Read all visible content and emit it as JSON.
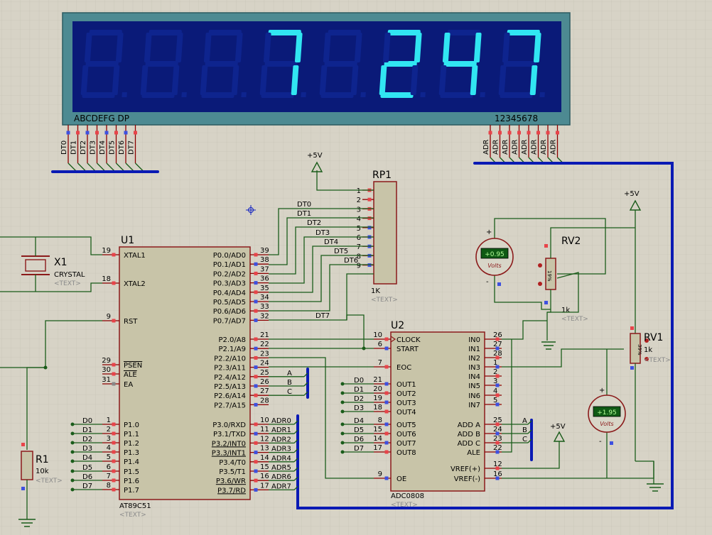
{
  "display": {
    "digits": [
      "",
      "",
      "",
      "7",
      "",
      "2",
      "4",
      "7"
    ],
    "segment_label": "ABCDEFG DP",
    "digit_label": "12345678",
    "seg_pins": [
      "DT0",
      "DT1",
      "DT2",
      "DT3",
      "DT4",
      "DT5",
      "DT6",
      "DT7"
    ],
    "adr_pins": [
      "ADR",
      "ADR",
      "ADR",
      "ADR",
      "ADR",
      "ADR",
      "ADR",
      "ADR"
    ],
    "colors": {
      "bezel": "#4d8a92",
      "face": "#0a1a78",
      "lit": "#31e6f2",
      "unlit": "#0e248e"
    }
  },
  "rp1": {
    "ref": "RP1",
    "value": "1K",
    "text": "<TEXT>",
    "supply": "+5V",
    "pins": [
      "1",
      "2",
      "3",
      "4",
      "5",
      "6",
      "7",
      "8",
      "9"
    ]
  },
  "u1": {
    "ref": "U1",
    "part": "AT89C51",
    "text": "<TEXT>",
    "left_pins": [
      {
        "num": "19",
        "name": "XTAL1"
      },
      {
        "num": "18",
        "name": "XTAL2"
      },
      {
        "num": "9",
        "name": "RST"
      },
      {
        "num": "29",
        "name": "PSEN"
      },
      {
        "num": "30",
        "name": "ALE"
      },
      {
        "num": "31",
        "name": "EA"
      },
      {
        "num": "1",
        "name": "P1.0"
      },
      {
        "num": "2",
        "name": "P1.1"
      },
      {
        "num": "3",
        "name": "P1.2"
      },
      {
        "num": "4",
        "name": "P1.3"
      },
      {
        "num": "5",
        "name": "P1.4"
      },
      {
        "num": "6",
        "name": "P1.5"
      },
      {
        "num": "7",
        "name": "P1.6"
      },
      {
        "num": "8",
        "name": "P1.7"
      }
    ],
    "right_pins": [
      {
        "num": "39",
        "name": "P0.0/AD0"
      },
      {
        "num": "38",
        "name": "P0.1/AD1"
      },
      {
        "num": "37",
        "name": "P0.2/AD2"
      },
      {
        "num": "36",
        "name": "P0.3/AD3"
      },
      {
        "num": "35",
        "name": "P0.4/AD4"
      },
      {
        "num": "34",
        "name": "P0.5/AD5"
      },
      {
        "num": "33",
        "name": "P0.6/AD6"
      },
      {
        "num": "32",
        "name": "P0.7/AD7"
      },
      {
        "num": "21",
        "name": "P2.0/A8"
      },
      {
        "num": "22",
        "name": "P2.1/A9"
      },
      {
        "num": "23",
        "name": "P2.2/A10"
      },
      {
        "num": "24",
        "name": "P2.3/A11"
      },
      {
        "num": "25",
        "name": "P2.4/A12"
      },
      {
        "num": "26",
        "name": "P2.5/A13"
      },
      {
        "num": "27",
        "name": "P2.6/A14"
      },
      {
        "num": "28",
        "name": "P2.7/A15"
      },
      {
        "num": "10",
        "name": "P3.0/RXD"
      },
      {
        "num": "11",
        "name": "P3.1/TXD"
      },
      {
        "num": "12",
        "name": "P3.2/INT0"
      },
      {
        "num": "13",
        "name": "P3.3/INT1"
      },
      {
        "num": "14",
        "name": "P3.4/T0"
      },
      {
        "num": "15",
        "name": "P3.5/T1"
      },
      {
        "num": "16",
        "name": "P3.6/WR"
      },
      {
        "num": "17",
        "name": "P3.7/RD"
      }
    ],
    "p1_nets": [
      "D0",
      "D1",
      "D2",
      "D3",
      "D4",
      "D5",
      "D6",
      "D7"
    ],
    "p0_nets": [
      "DT0",
      "DT1",
      "DT2",
      "DT3",
      "DT4",
      "DT5",
      "DT6",
      "DT7"
    ],
    "p3_nets": [
      "ADR0",
      "ADR1",
      "ADR2",
      "ADR3",
      "ADR4",
      "ADR5",
      "ADR6",
      "ADR7"
    ],
    "abc_nets": [
      "A",
      "B",
      "C"
    ]
  },
  "u2": {
    "ref": "U2",
    "part": "ADC0808",
    "text": "<TEXT>",
    "left_pins": [
      {
        "num": "10",
        "name": "CLOCK"
      },
      {
        "num": "6",
        "name": "START"
      },
      {
        "num": "7",
        "name": "EOC"
      },
      {
        "num": "21",
        "name": "OUT1"
      },
      {
        "num": "20",
        "name": "OUT2"
      },
      {
        "num": "19",
        "name": "OUT3"
      },
      {
        "num": "18",
        "name": "OUT4"
      },
      {
        "num": "8",
        "name": "OUT5"
      },
      {
        "num": "15",
        "name": "OUT6"
      },
      {
        "num": "14",
        "name": "OUT7"
      },
      {
        "num": "17",
        "name": "OUT8"
      },
      {
        "num": "9",
        "name": "OE"
      }
    ],
    "right_pins": [
      {
        "num": "26",
        "name": "IN0"
      },
      {
        "num": "27",
        "name": "IN1"
      },
      {
        "num": "28",
        "name": "IN2"
      },
      {
        "num": "1",
        "name": "IN3"
      },
      {
        "num": "2",
        "name": "IN4"
      },
      {
        "num": "3",
        "name": "IN5"
      },
      {
        "num": "4",
        "name": "IN6"
      },
      {
        "num": "5",
        "name": "IN7"
      },
      {
        "num": "25",
        "name": "ADD A"
      },
      {
        "num": "24",
        "name": "ADD B"
      },
      {
        "num": "23",
        "name": "ADD C"
      },
      {
        "num": "22",
        "name": "ALE"
      },
      {
        "num": "12",
        "name": "VREF(+)"
      },
      {
        "num": "16",
        "name": "VREF(-)"
      }
    ],
    "out_nets": [
      "D0",
      "D1",
      "D2",
      "D3",
      "D4",
      "D5",
      "D6",
      "D7"
    ],
    "add_nets": [
      "A",
      "B",
      "C"
    ],
    "supply": "+5V"
  },
  "x1": {
    "ref": "X1",
    "part": "CRYSTAL",
    "text": "<TEXT>"
  },
  "r1": {
    "ref": "R1",
    "value": "10k",
    "text": "<TEXT>"
  },
  "rv2": {
    "ref": "RV2",
    "value": "1k",
    "text": "<TEXT>",
    "setting": "19%"
  },
  "rv1": {
    "ref": "RV1",
    "value": "1k",
    "text": "<TEXT>",
    "setting": "39%",
    "supply": "+5V"
  },
  "vm1": {
    "reading": "+0.95",
    "unit": "Volts",
    "plus": "+",
    "minus": "-"
  },
  "vm2": {
    "reading": "+1.95",
    "unit": "Volts",
    "plus": "+",
    "minus": "-"
  }
}
